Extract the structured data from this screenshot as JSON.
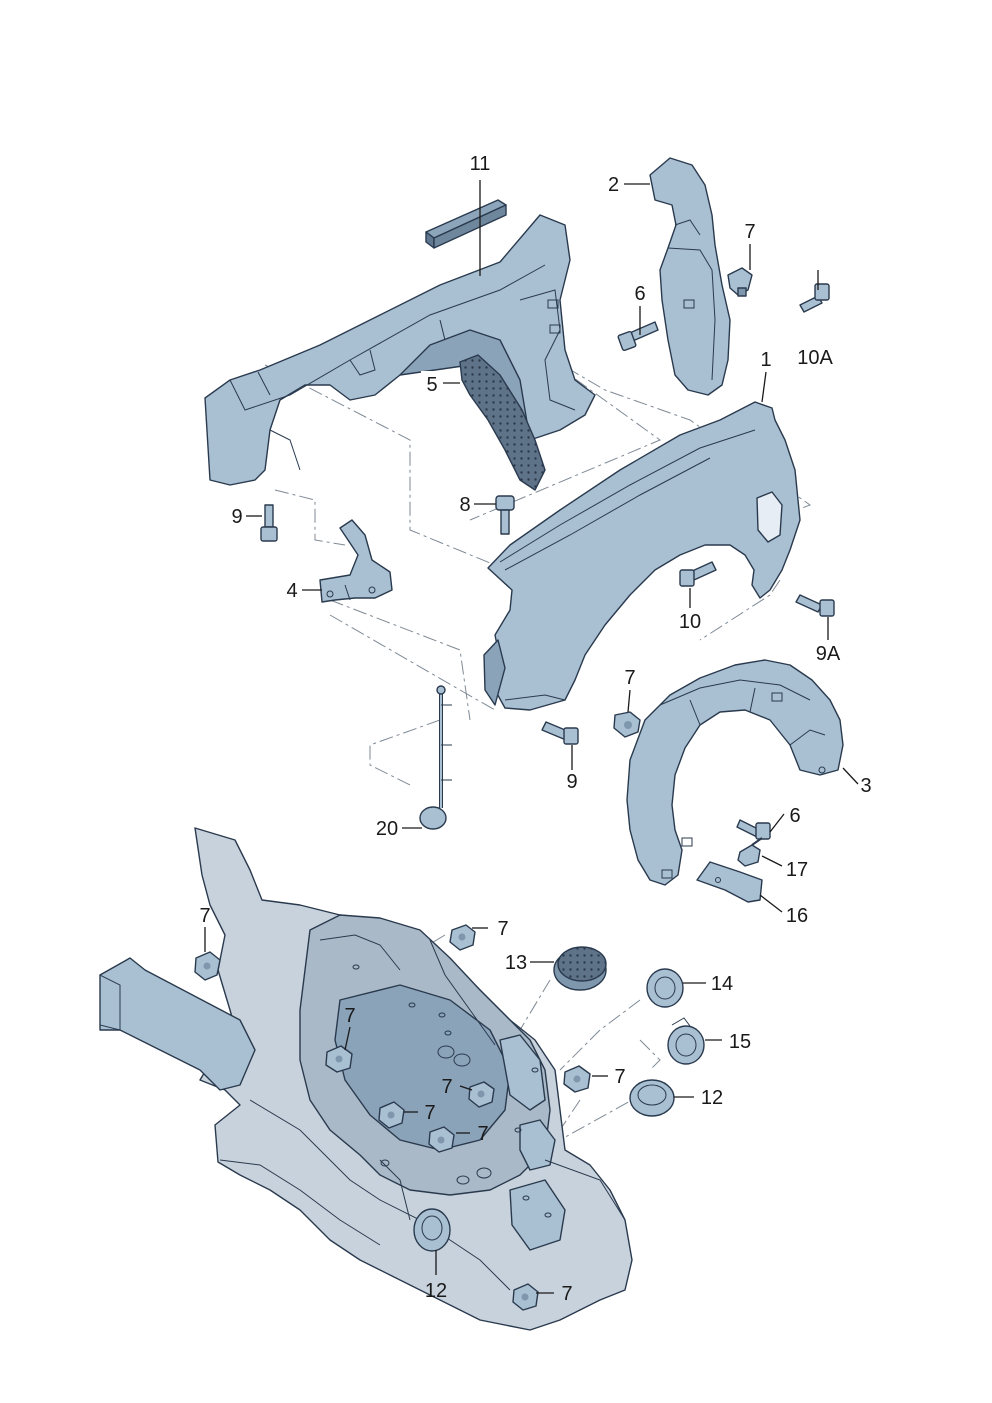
{
  "diagram": {
    "colors": {
      "part_fill": "#a9bfd2",
      "part_fill_light": "#cfdbe7",
      "part_fill_dark": "#7f97ad",
      "outline": "#2a3a4e",
      "chassis_fill": "#c8d2dc",
      "leader_line": "#1a1a1a",
      "dash_line": "#7f8a95"
    },
    "callouts": {
      "c11": "11",
      "c2": "2",
      "c7_a": "7",
      "c6_a": "6",
      "c5": "5",
      "c1": "1",
      "c10a": "10A",
      "c8": "8",
      "c9_a": "9",
      "c4": "4",
      "c10": "10",
      "c9a": "9A",
      "c7_b": "7",
      "c9_b": "9",
      "c3": "3",
      "c6_b": "6",
      "c20": "20",
      "c17": "17",
      "c16": "16",
      "c7_c": "7",
      "c7_d": "7",
      "c13": "13",
      "c14": "14",
      "c7_e": "7",
      "c15": "15",
      "c7_f": "7",
      "c7_g": "7",
      "c12_a": "12",
      "c7_h": "7",
      "c7_i": "7",
      "c12_b": "12",
      "c7_j": "7"
    }
  }
}
